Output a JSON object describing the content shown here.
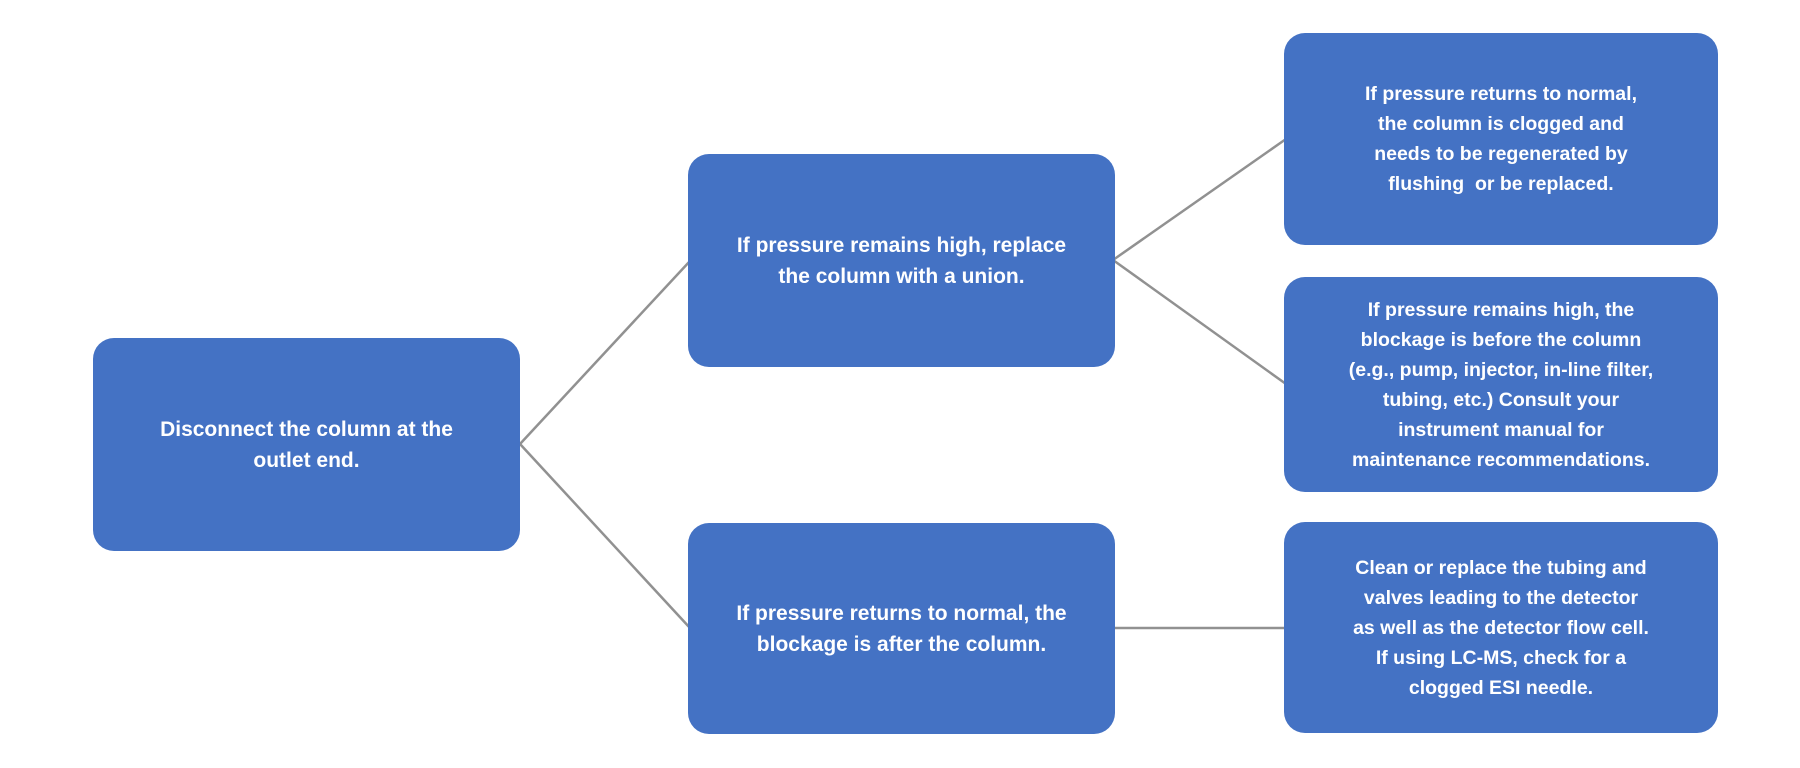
{
  "diagram": {
    "type": "flowchart",
    "colors": {
      "node_fill": "#4472C4",
      "node_text": "#FFFFFF",
      "connector": "#919191",
      "canvas_bg": "#FFFFFF"
    },
    "nodes": {
      "root": {
        "lines": [
          "Disconnect the column at the",
          "outlet end."
        ]
      },
      "mid_top": {
        "lines": [
          "If pressure remains high, replace",
          "the column with a union."
        ]
      },
      "mid_bottom": {
        "lines": [
          "If pressure returns to normal, the",
          "blockage is after the column."
        ]
      },
      "right_top": {
        "lines": [
          "If pressure returns to normal,",
          "the column is clogged and",
          "needs to be regenerated by",
          "flushing  or be replaced."
        ]
      },
      "right_mid": {
        "lines": [
          "If pressure remains high, the",
          "blockage is before the column",
          "(e.g., pump, injector, in-line filter,",
          "tubing, etc.) Consult your",
          "instrument manual for",
          "maintenance recommendations."
        ]
      },
      "right_bottom": {
        "lines": [
          "Clean or replace the tubing and",
          "valves leading to the detector",
          "as well as the detector flow cell.",
          "If using LC-MS, check for a",
          "clogged ESI needle."
        ]
      }
    },
    "connections": [
      {
        "from": "root",
        "to": "mid_top"
      },
      {
        "from": "root",
        "to": "mid_bottom"
      },
      {
        "from": "mid_top",
        "to": "right_top"
      },
      {
        "from": "mid_top",
        "to": "right_mid"
      },
      {
        "from": "mid_bottom",
        "to": "right_bottom"
      }
    ]
  }
}
